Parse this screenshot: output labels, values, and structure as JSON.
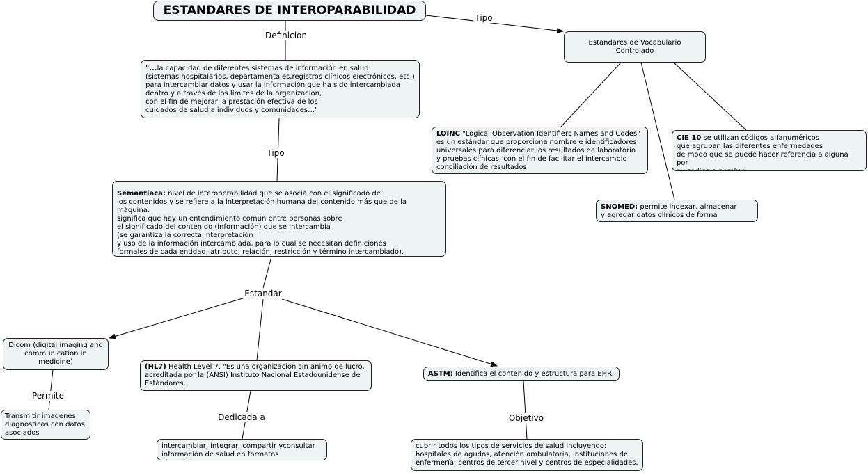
{
  "title": "ESTANDARES DE INTEROPARABILIDAD",
  "link_labels": {
    "definicion": "Definicion",
    "tipo_top": "Tipo",
    "tipo_mid": "Tipo",
    "estandar": "Estandar",
    "permite": "Permite",
    "dedicada": "Dedicada a",
    "objetivo": "Objetivo"
  },
  "nodes": {
    "vocab": "Estandares de Vocabulario Controlado",
    "definicion": {
      "bold": "\"...",
      "text": "la capacidad de diferentes sistemas de información en salud\n(sistemas hospitalarios, departamentales,registros clínicos electrónicos, etc.)\n para intercambiar datos y usar la información que ha sido intercambiada\ndentro y a través de los límites de la organización,\ncon el fin de mejorar la prestación efectiva de los\ncuidados de salud a individuos y comunidades…\""
    },
    "loinc": {
      "bold": "LOINC",
      "text": " \"Logical Observation Identifiers Names and Codes\"\n es un estándar que proporciona nombre e identificadores\nuniversales para diferenciar los resultados de laboratorio\ny pruebas clínicas, con el fin de facilitar el intercambio\nconciliación de resultados"
    },
    "cie": {
      "bold": "CIE 10",
      "text": " se utilizan códigos alfanuméricos\nque agrupan las diferentes enfermedades\nde modo que se puede hacer referencia a alguna por\nsu código o nombre"
    },
    "snomed": {
      "bold": "SNOMED:",
      "text": " permite indexar, almacenar\ny agregar datos clínicos de forma coherente"
    },
    "semantica": {
      "bold": " Semantiaca:",
      "text": " nivel de interoperabilidad que se asocia con el significado de\nlos contenidos y se refiere a la interpretación humana del contenido más que de la máquina.\n significa que hay un entendimiento común entre personas sobre\nel significado del contenido (información) que se intercambia\n(se garantiza la correcta interpretación\ny uso de la información intercambiada, para lo cual se necesitan definiciones\nformales de cada entidad, atributo, relación, restricción y término intercambiado)."
    },
    "dicom": "Dicom (digital imaging and\ncommunication in medicine)",
    "hl7": {
      "bold": "(HL7)",
      "text": " Health Level 7. \"Es una organización sin ánimo de lucro,\nacreditada por la (ANSI) Instituto Nacional Estadounidense de\nEstándares."
    },
    "astm": {
      "bold": "ASTM:",
      "text": " Identifica el contenido y estructura para EHR."
    },
    "transmitir": "Transmitir imagenes\ndiagnosticas con datos\nasociados",
    "intercambiar": "intercambiar, integrar, compartir yconsultar\ninformación de salud en formatos electrónicos",
    "cubrir": " cubrir todos los tipos de servicios de salud incluyendo:\nhospitales de agudos, atención ambulatoria, instituciones de\nenfermería, centros de tercer nivel y centros de especialidades."
  }
}
